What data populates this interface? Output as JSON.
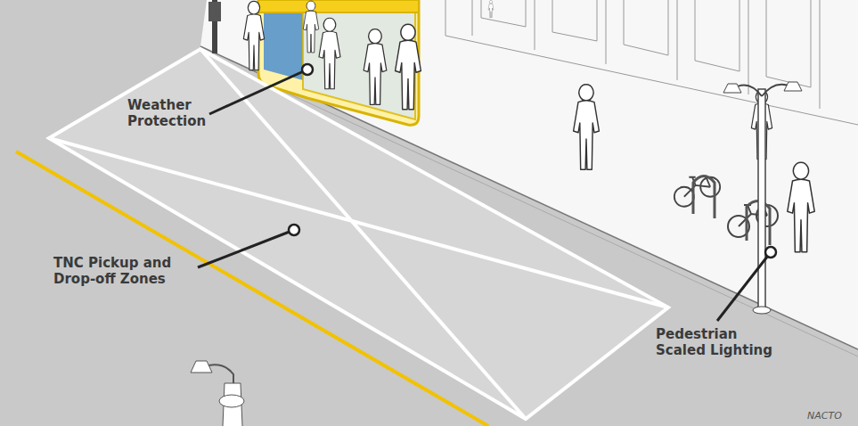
{
  "diagram": {
    "labels": [
      "Weather Protection",
      "TNC Pickup and Drop-off Zones",
      "Pedestrian Scaled Lighting",
      "NACTO"
    ]
  }
}
